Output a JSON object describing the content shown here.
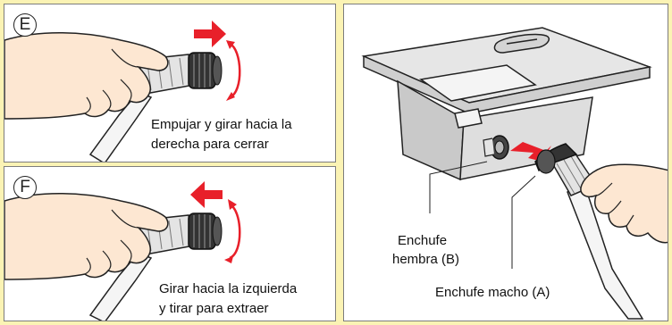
{
  "panels": {
    "e": {
      "badge": "E",
      "caption_line1": "Empujar y girar hacia la",
      "caption_line2": "derecha para cerrar"
    },
    "f": {
      "badge": "F",
      "caption_line1": "Girar hacia la izquierda",
      "caption_line2": "y tirar para extraer"
    },
    "main": {
      "female_label_line1": "Enchufe",
      "female_label_line2": "hembra (B)",
      "male_label": "Enchufe macho (A)"
    }
  },
  "colors": {
    "background": "#fbf3b4",
    "arrow": "#e8202a",
    "skin": "#fde7d2",
    "device": "#dcdcdc",
    "outline": "#222222"
  }
}
